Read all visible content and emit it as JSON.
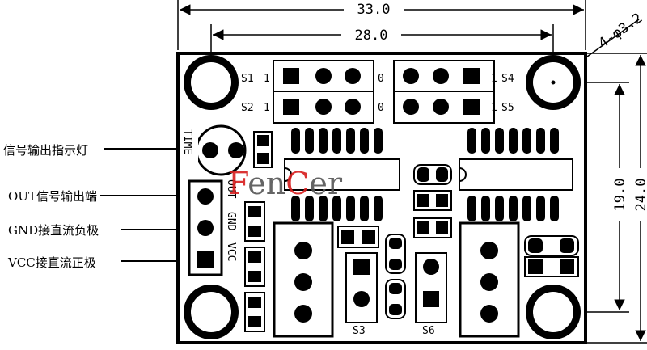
{
  "dimensions": {
    "width_outer": "33.0",
    "width_holes": "28.0",
    "hole_spec": "4-φ3.2",
    "height_holes": "19.0",
    "height_outer": "24.0"
  },
  "side_labels": {
    "signal_led": "信号输出指示灯",
    "out": "OUT信号输出端",
    "gnd": "GND接直流负极",
    "vcc": "VCC接直流正极"
  },
  "board_labels": {
    "s1": "S1",
    "s2": "S2",
    "s4": "S4",
    "s5": "S5",
    "s3": "S3",
    "s6": "S6",
    "one": "1",
    "zero": "0",
    "time": "TIME",
    "out": "OUT",
    "gnd": "GND",
    "vcc": "VCC"
  },
  "watermark": {
    "part1": "F",
    "part2": "en",
    "part3": "C",
    "part4": "er"
  },
  "colors": {
    "board": "#000000",
    "watermark_red": "#d81e1e",
    "watermark_gray": "#555555"
  }
}
